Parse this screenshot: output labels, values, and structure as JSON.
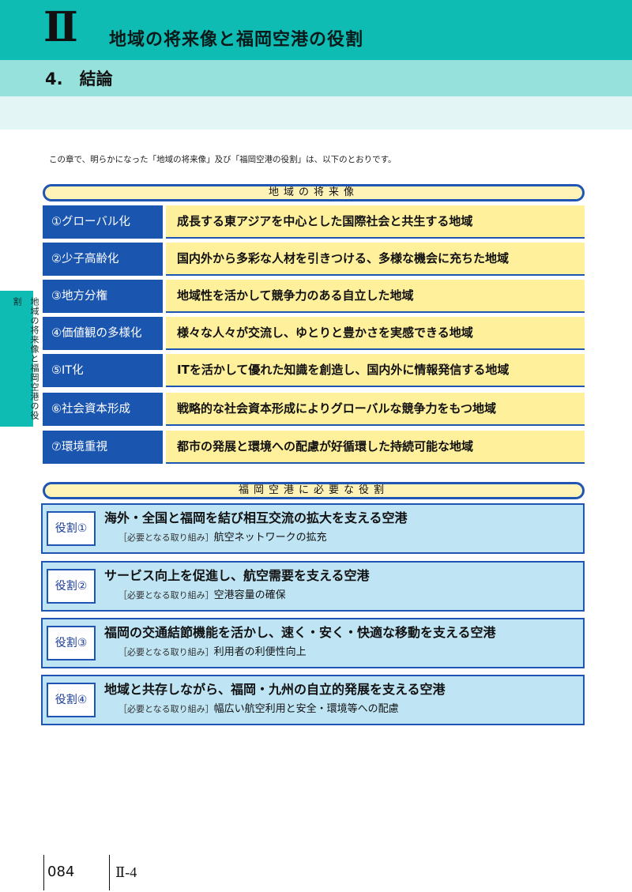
{
  "header": {
    "chapter_num": "Ⅱ",
    "chapter_title": "地域の将来像と福岡空港の役割",
    "section_title": "4.　結論"
  },
  "intro": "この章で、明らかになった「地域の将来像」及び「福岡空港の役割」は、以下のとおりです。",
  "side_tab": "地域の将来像と福岡空港の役割",
  "vision": {
    "header": "地域の将来像",
    "items": [
      {
        "label": "①グローバル化",
        "desc": "成長する東アジアを中心とした国際社会と共生する地域"
      },
      {
        "label": "②少子高齢化",
        "desc": "国内外から多彩な人材を引きつける、多様な機会に充ちた地域"
      },
      {
        "label": "③地方分権",
        "desc": "地域性を活かして競争力のある自立した地域"
      },
      {
        "label": "④価値観の多様化",
        "desc": "様々な人々が交流し、ゆとりと豊かさを実感できる地域"
      },
      {
        "label": "⑤IT化",
        "desc": "ITを活かして優れた知識を創造し、国内外に情報発信する地域"
      },
      {
        "label": "⑥社会資本形成",
        "desc": "戦略的な社会資本形成によりグローバルな競争力をもつ地域"
      },
      {
        "label": "⑦環境重視",
        "desc": "都市の発展と環境への配慮が好循環した持続可能な地域"
      }
    ]
  },
  "roles": {
    "header": "福岡空港に必要な役割",
    "bracket": "［必要となる取り組み］",
    "items": [
      {
        "badge": "役割①",
        "title": "海外・全国と福岡を結び相互交流の拡大を支える空港",
        "detail": "航空ネットワークの拡充"
      },
      {
        "badge": "役割②",
        "title": "サービス向上を促進し、航空需要を支える空港",
        "detail": "空港容量の確保"
      },
      {
        "badge": "役割③",
        "title": "福岡の交通結節機能を活かし、速く・安く・快適な移動を支える空港",
        "detail": "利用者の利便性向上"
      },
      {
        "badge": "役割④",
        "title": "地域と共存しながら、福岡・九州の自立的発展を支える空港",
        "detail": "幅広い航空利用と安全・環境等への配慮"
      }
    ]
  },
  "footer": {
    "page_number": "084",
    "chapter_code": "Ⅱ-4"
  },
  "colors": {
    "chapter_band": "#0fbcb3",
    "section_band": "#97e1dc",
    "label_blue": "#1a56b0",
    "desc_yellow": "#fff09c",
    "role_bg": "#bfe5f5"
  }
}
